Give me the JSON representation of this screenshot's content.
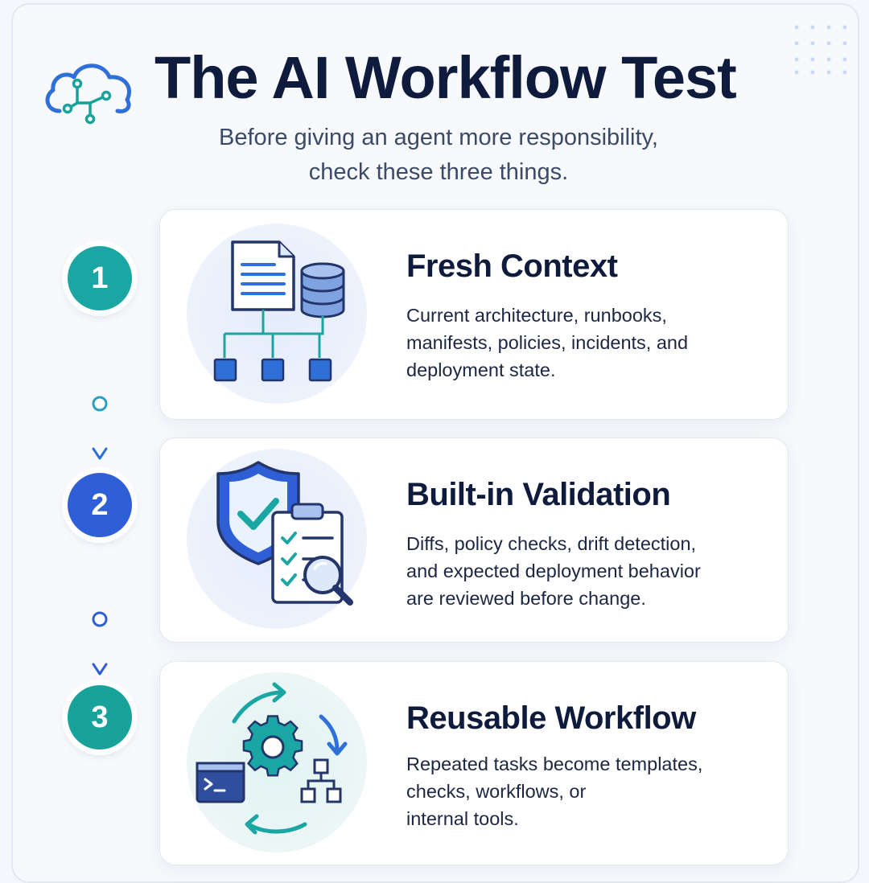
{
  "header": {
    "title": "The AI Workflow Test",
    "subtitle_lines": [
      "Before giving an agent more responsibility,",
      "check these three things."
    ]
  },
  "steps": [
    {
      "number": "1",
      "title": "Fresh Context",
      "description_lines": [
        "Current architecture, runbooks,",
        "manifests, policies, incidents, and",
        "deployment state."
      ],
      "icon": "document-database-hierarchy-icon",
      "badge_color": "#1aa6a2"
    },
    {
      "number": "2",
      "title": "Built-in Validation",
      "description_lines": [
        "Diffs, policy checks, drift detection,",
        "and expected deployment behavior",
        "are reviewed before change."
      ],
      "icon": "shield-checklist-magnifier-icon",
      "badge_color": "#2f5fd6"
    },
    {
      "number": "3",
      "title": "Reusable Workflow",
      "description_lines": [
        "Repeated tasks become templates,",
        "checks, workflows, or",
        "internal tools."
      ],
      "icon": "terminal-gear-cycle-icon",
      "badge_color": "#17a39c"
    }
  ],
  "colors": {
    "navy": "#0f1b3d",
    "teal": "#1aa6a2",
    "blue": "#2f5fd6",
    "background": "#f4f7fb"
  }
}
